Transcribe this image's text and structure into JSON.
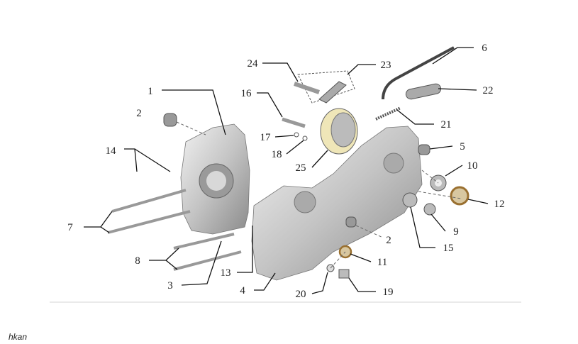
{
  "diagram": {
    "callouts": [
      "1",
      "2",
      "24",
      "23",
      "6",
      "22",
      "16",
      "17",
      "18",
      "25",
      "21",
      "5",
      "14",
      "10",
      "7",
      "12",
      "9",
      "2",
      "15",
      "8",
      "11",
      "13",
      "3",
      "4",
      "20",
      "19"
    ],
    "line_color": "#111111",
    "part_color": "#c9c9c9",
    "seal_color": "#b8864a"
  },
  "caption": "hkan"
}
